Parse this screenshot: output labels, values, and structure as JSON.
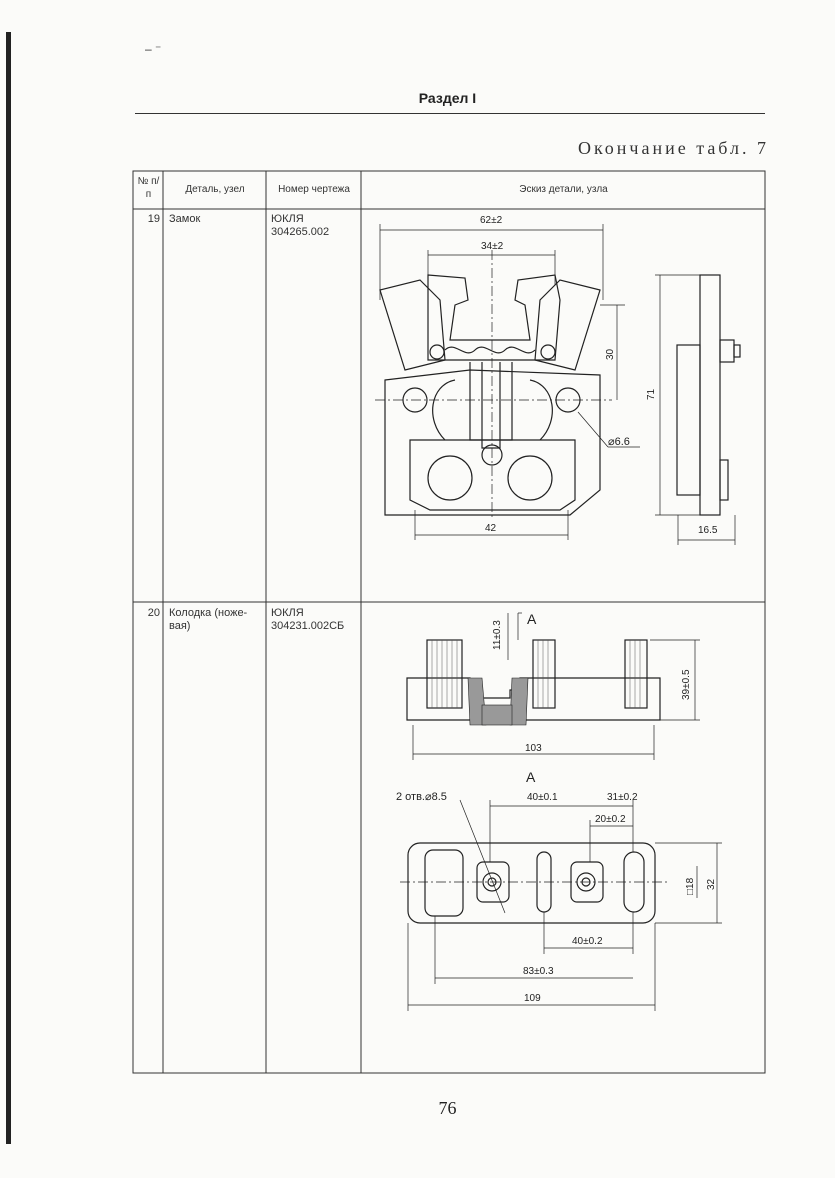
{
  "page": {
    "section_title": "Раздел I",
    "table_caption": "Окончание табл. 7",
    "page_number": "76"
  },
  "table": {
    "headers": {
      "num": "№ п/п",
      "detail": "Деталь, узел",
      "drawing": "Номер чертежа",
      "sketch": "Эскиз детали, узла"
    },
    "rows": [
      {
        "num": "19",
        "detail": "Замок",
        "drawing": "ЮКЛЯ 304265.002",
        "dims": {
          "width_outer": "62±2",
          "width_inner": "34±2",
          "height_part": "30",
          "height_total": "71",
          "hole": "⌀6.6",
          "base": "42",
          "thickness": "16.5"
        }
      },
      {
        "num": "20",
        "detail": "Колодка (ноже-вая)",
        "drawing": "ЮКЛЯ 304231.002СБ",
        "dims": {
          "section_label": "А",
          "height_top": "11±0.3",
          "height_body": "39±0.5",
          "length": "103",
          "view_label": "А",
          "holes_note": "2 отв.⌀8.5",
          "spacing_a": "40±0.1",
          "spacing_b": "31±0.2",
          "spacing_c": "20±0.2",
          "spacing_d": "40±0.2",
          "square": "□18",
          "height_plan": "32",
          "spacing_e": "83±0.3",
          "length_plan": "109"
        }
      }
    ]
  }
}
